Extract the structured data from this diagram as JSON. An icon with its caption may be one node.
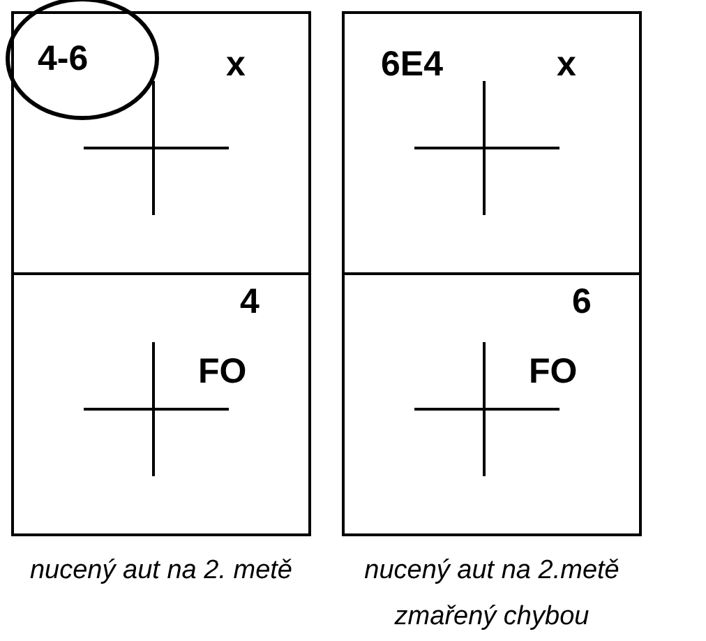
{
  "diagram": {
    "nodes": [
      {
        "text": [
          "x"
        ]
      },
      {
        "text": [
          "4-6"
        ]
      },
      {
        "text": [
          "4",
          "FO"
        ]
      },
      {
        "text": [
          "6E4",
          "x"
        ]
      },
      {
        "text": [
          "6",
          "FO"
        ]
      }
    ],
    "labels": [
      "nucený aut na 2. metě",
      "nucený aut na 2.metě zmařený chybou"
    ]
  }
}
